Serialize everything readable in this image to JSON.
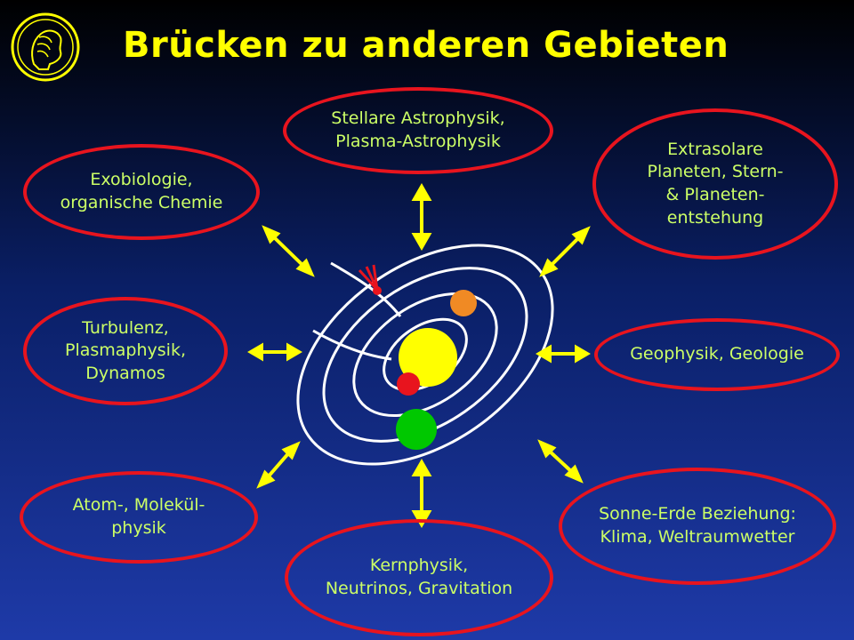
{
  "title": "Brücken zu anderen Gebieten",
  "colors": {
    "title": "#ffff00",
    "bubble_text": "#ccff66",
    "bubble_border": "#e8141e",
    "arrow": "#ffff00",
    "orbit": "#ffffff",
    "sun": "#ffff00",
    "planet_orange": "#f08a24",
    "planet_red": "#e8141e",
    "planet_green": "#00c800",
    "comet": "#e8141e"
  },
  "bubbles": [
    {
      "id": "stellar",
      "text": "Stellare Astrophysik,\nPlasma-Astrophysik"
    },
    {
      "id": "exobio",
      "text": "Exobiologie,\norganische Chemie"
    },
    {
      "id": "extrasolar",
      "text": "Extrasolare\nPlaneten, Stern-\n& Planeten-\nentstehung"
    },
    {
      "id": "turbulenz",
      "text": "Turbulenz,\nPlasmaphysik,\nDynamos"
    },
    {
      "id": "geophysik",
      "text": "Geophysik, Geologie"
    },
    {
      "id": "atom",
      "text": "Atom-, Molekül-\nphysik"
    },
    {
      "id": "sonne-erde",
      "text": "Sonne-Erde Beziehung:\nKlima, Weltraumwetter"
    },
    {
      "id": "kernphysik",
      "text": "Kernphysik,\nNeutrinos, Gravitation"
    }
  ]
}
